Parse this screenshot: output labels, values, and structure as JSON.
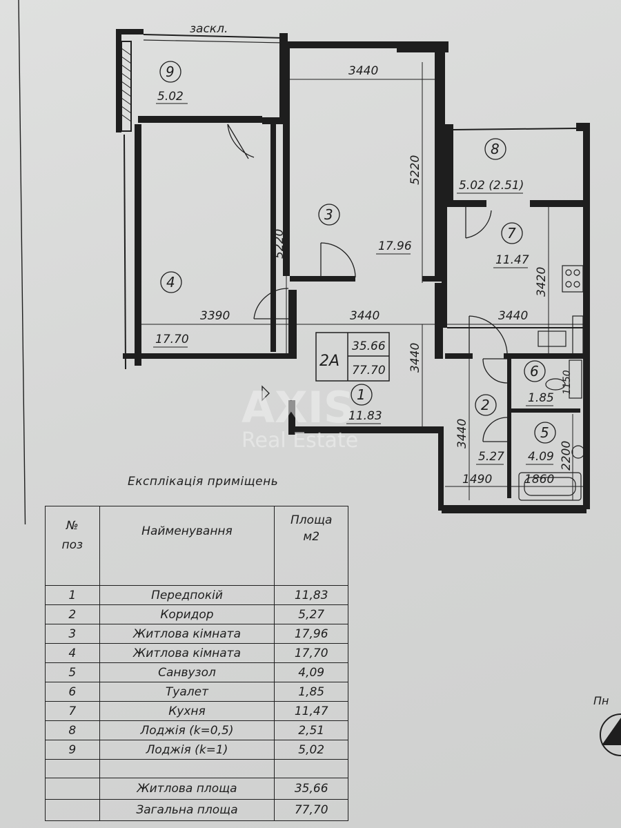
{
  "plan": {
    "glazing_note": "заскл.",
    "apartment": {
      "code": "2A",
      "living_area": "35.66",
      "total_area": "77.70"
    },
    "rooms": [
      {
        "no": "9",
        "area": "5.02"
      },
      {
        "no": "3",
        "area": "17.96"
      },
      {
        "no": "8",
        "area": "5.02 (2.51)"
      },
      {
        "no": "7",
        "area": "11.47"
      },
      {
        "no": "4",
        "area": "17.70"
      },
      {
        "no": "1",
        "area": "11.83"
      },
      {
        "no": "6",
        "area": "1.85"
      },
      {
        "no": "2",
        "area": "5.27"
      },
      {
        "no": "5",
        "area": "4.09"
      }
    ],
    "dimensions": {
      "room3_width": "3440",
      "room3_depth": "5220",
      "room4_depth": "5220",
      "room4_width": "3390",
      "room1_width": "3440",
      "room1_depth": "3440",
      "room7_depth": "3420",
      "room7_width": "3440",
      "corridor_depth": "3440",
      "corridor_width": "1490",
      "bath_width": "1860",
      "bath_depth": "2200",
      "wc_depth": "1150"
    },
    "watermark": {
      "brand": "AXIS",
      "sub": "Real Estate"
    }
  },
  "table": {
    "title": "Експлікація приміщень",
    "headers": {
      "num": [
        "№",
        "поз"
      ],
      "name": "Найменування",
      "area": [
        "Площа",
        "м2"
      ]
    },
    "rows": [
      {
        "num": "1",
        "name": "Передпокій",
        "area": "11,83"
      },
      {
        "num": "2",
        "name": "Коридор",
        "area": "5,27"
      },
      {
        "num": "3",
        "name": "Житлова кімната",
        "area": "17,96"
      },
      {
        "num": "4",
        "name": "Житлова кімната",
        "area": "17,70"
      },
      {
        "num": "5",
        "name": "Санвузол",
        "area": "4,09"
      },
      {
        "num": "6",
        "name": "Туалет",
        "area": "1,85"
      },
      {
        "num": "7",
        "name": "Кухня",
        "area": "11,47"
      },
      {
        "num": "8",
        "name": "Лоджія (k=0,5)",
        "area": "2,51"
      },
      {
        "num": "9",
        "name": "Лоджія (k=1)",
        "area": "5,02"
      }
    ],
    "totals": [
      {
        "name": "Житлова площа",
        "area": "35,66"
      },
      {
        "name": "Загальна площа",
        "area": "77,70"
      }
    ]
  },
  "compass": {
    "label": "Пн"
  }
}
